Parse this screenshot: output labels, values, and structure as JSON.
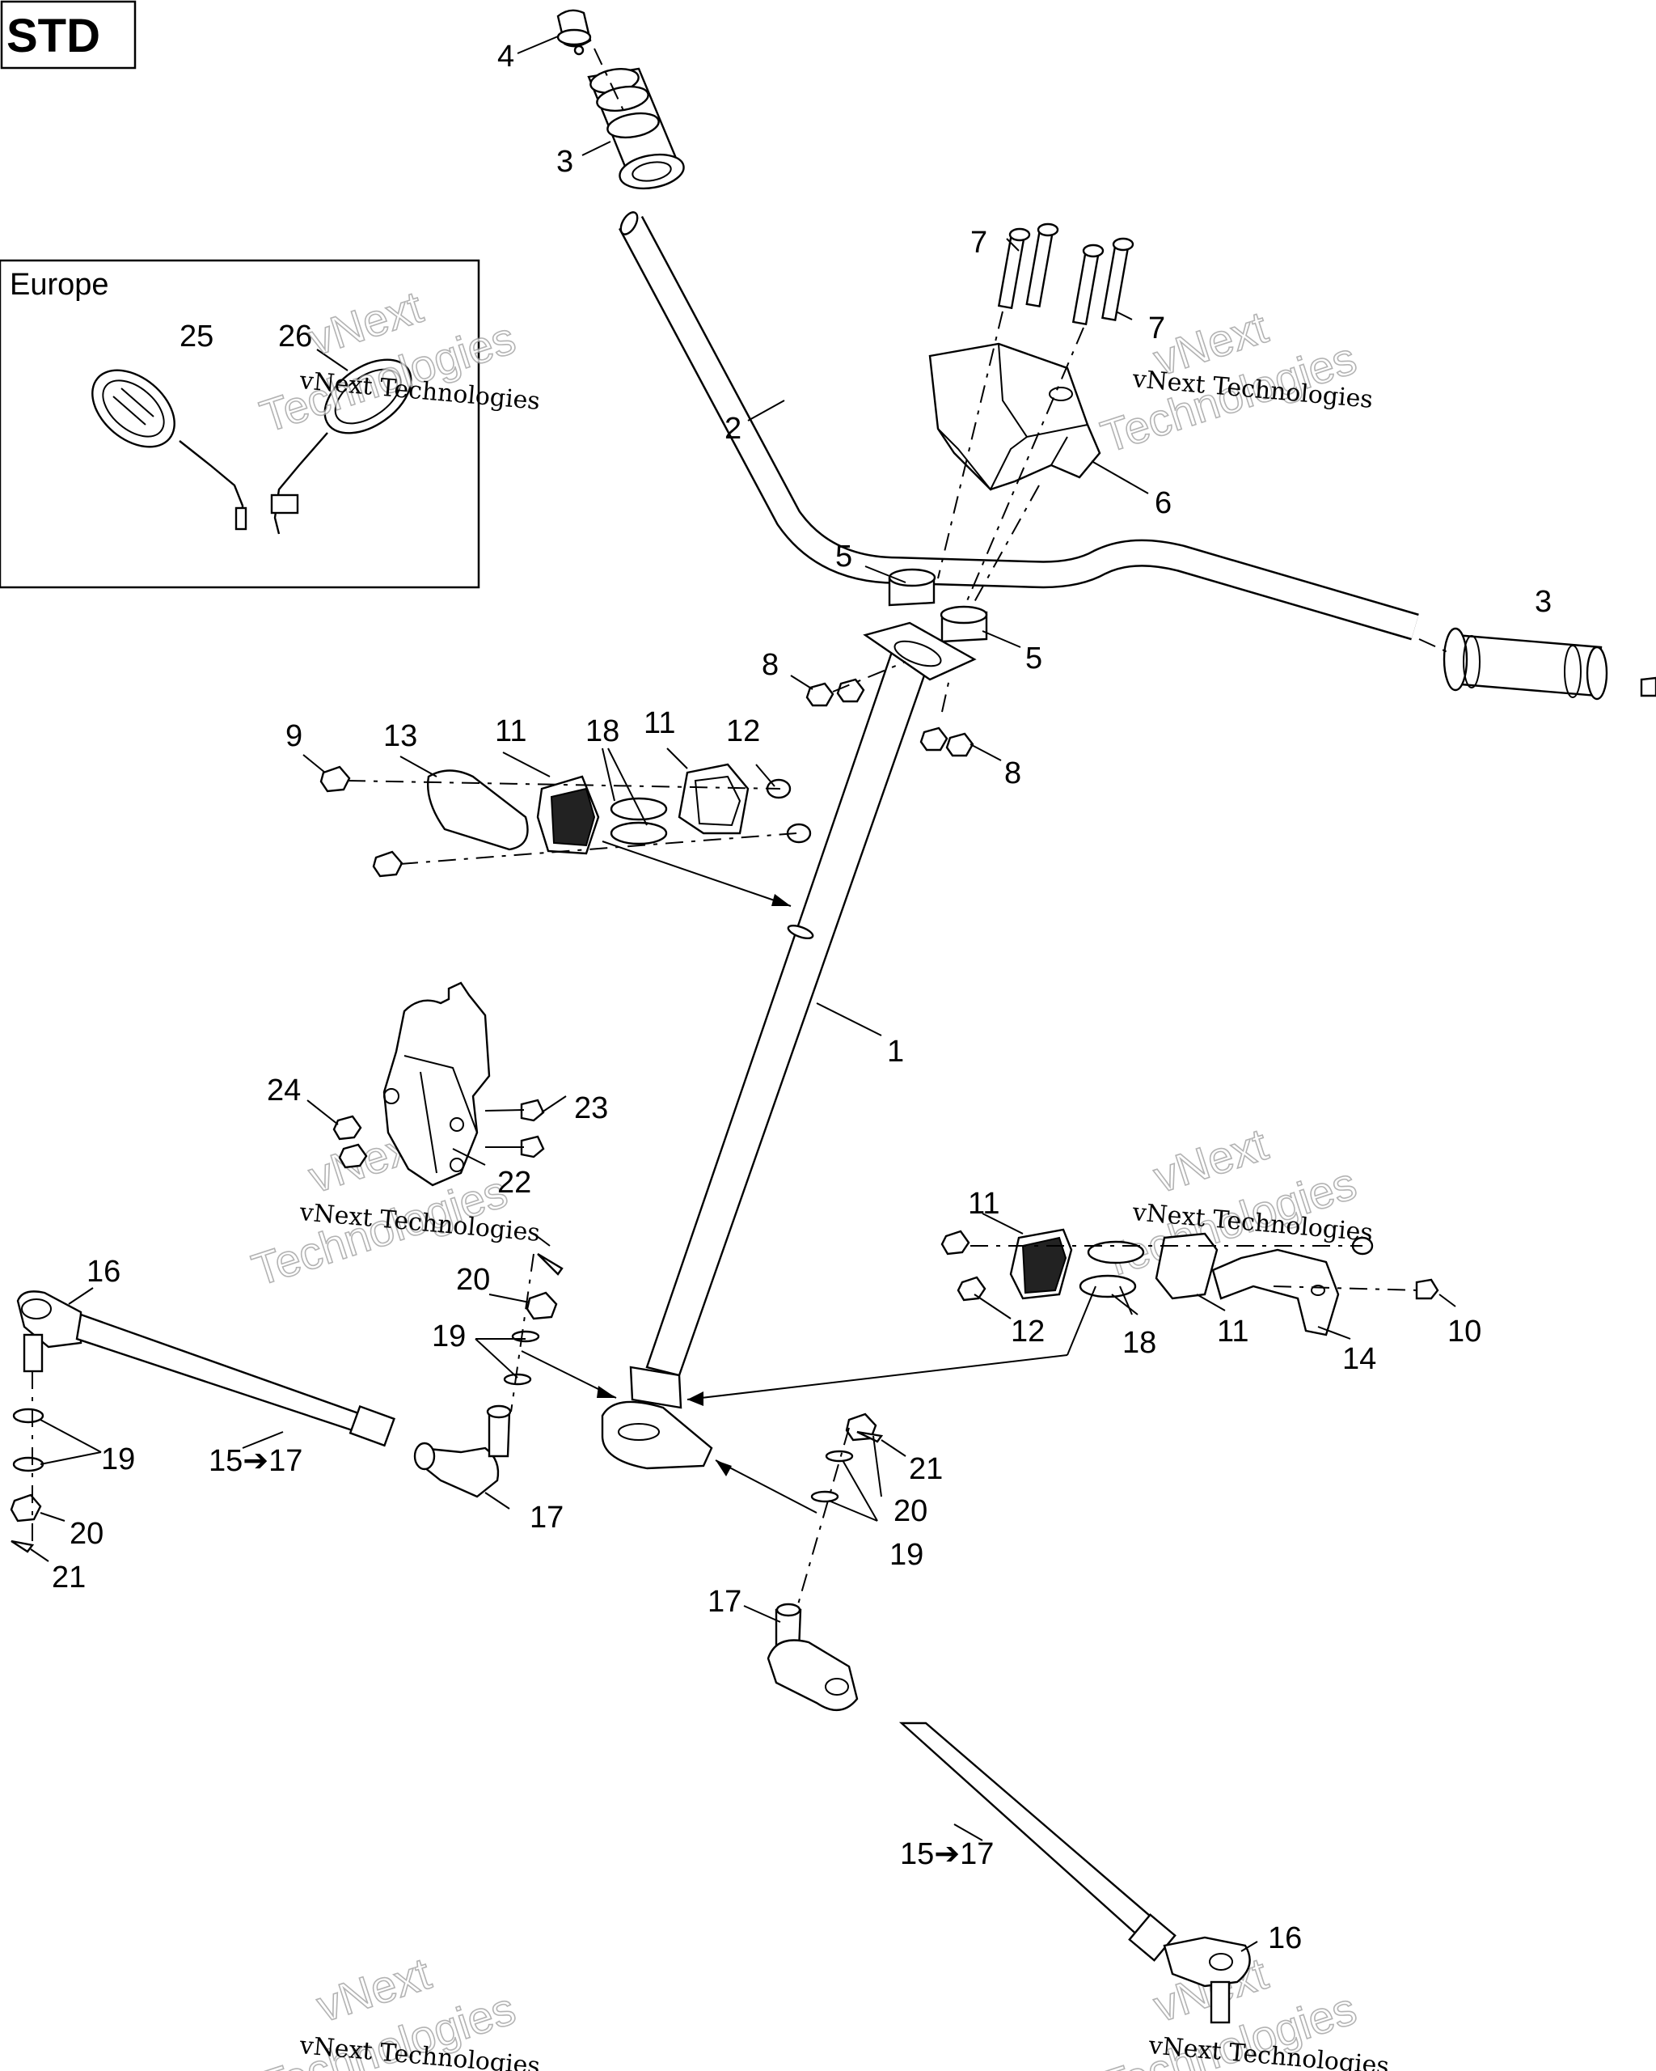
{
  "variant_badge": "STD",
  "inset": {
    "region_label": "Europe",
    "callouts": [
      "25",
      "26"
    ]
  },
  "watermark": {
    "line1": "vNext Technologies",
    "line2": "vNext",
    "line3": "Technologies"
  },
  "callouts": {
    "c1": "1",
    "c2": "2",
    "c3a": "3",
    "c3b": "3",
    "c4": "4",
    "c5a": "5",
    "c5b": "5",
    "c6": "6",
    "c7a": "7",
    "c7b": "7",
    "c8a": "8",
    "c8b": "8",
    "c9": "9",
    "c10": "10",
    "c11a": "11",
    "c11b": "11",
    "c11c": "11",
    "c11d": "11",
    "c12a": "12",
    "c12b": "12",
    "c13": "13",
    "c14": "14",
    "c15a": "15➔17",
    "c15b": "15➔17",
    "c16a": "16",
    "c16b": "16",
    "c17a": "17",
    "c17b": "17",
    "c18a": "18",
    "c18b": "18",
    "c19a": "19",
    "c19b": "19",
    "c19c": "19",
    "c20a": "20",
    "c20b": "20",
    "c20c": "20",
    "c21a": "21",
    "c21b": "21",
    "c22": "22",
    "c23": "23",
    "c24": "24"
  }
}
